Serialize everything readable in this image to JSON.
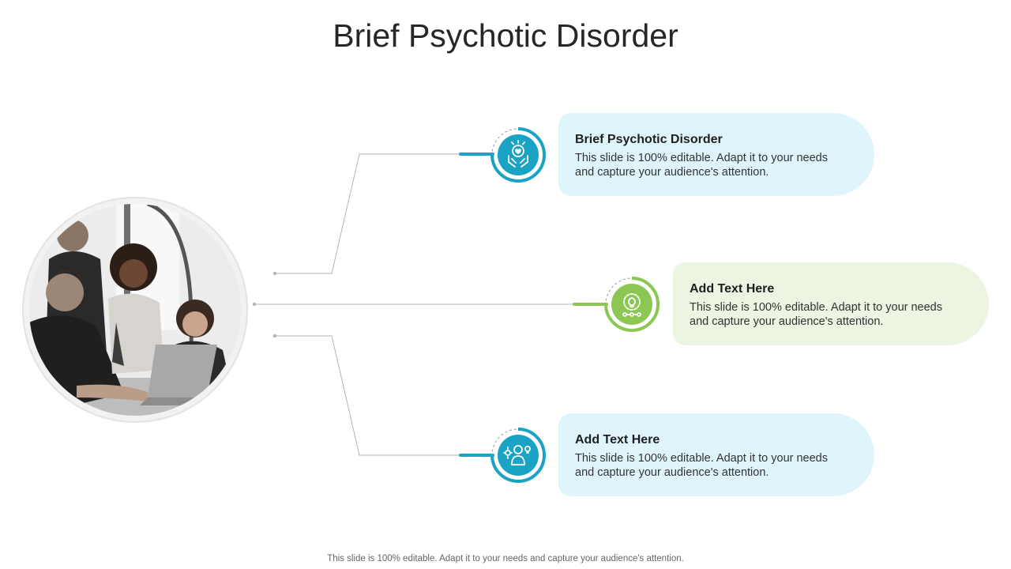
{
  "title": "Brief Psychotic Disorder",
  "colors": {
    "blue": "#1aa3c4",
    "green": "#8cc653",
    "blue_card": "#dff5fb",
    "green_card": "#ebf5e2",
    "line": "#b5b5b5"
  },
  "items": [
    {
      "heading": "Brief Psychotic Disorder",
      "body": "This slide is 100% editable. Adapt it to your needs and capture your audience's attention.",
      "icon": "heart-hands-icon",
      "color": "blue"
    },
    {
      "heading": "Add  Text Here",
      "body": "This slide is 100% editable. Adapt it to your needs and capture your audience's attention.",
      "icon": "lightbulb-gear-icon",
      "color": "green"
    },
    {
      "heading": "Add  Text Here",
      "body": "This slide is 100% editable. Adapt it to your needs and capture your audience's attention.",
      "icon": "person-ideas-icon",
      "color": "blue"
    }
  ],
  "photo": {
    "description": "team-working-on-laptop"
  },
  "footer": "This slide is 100% editable. Adapt it to your needs and capture your audience's attention."
}
